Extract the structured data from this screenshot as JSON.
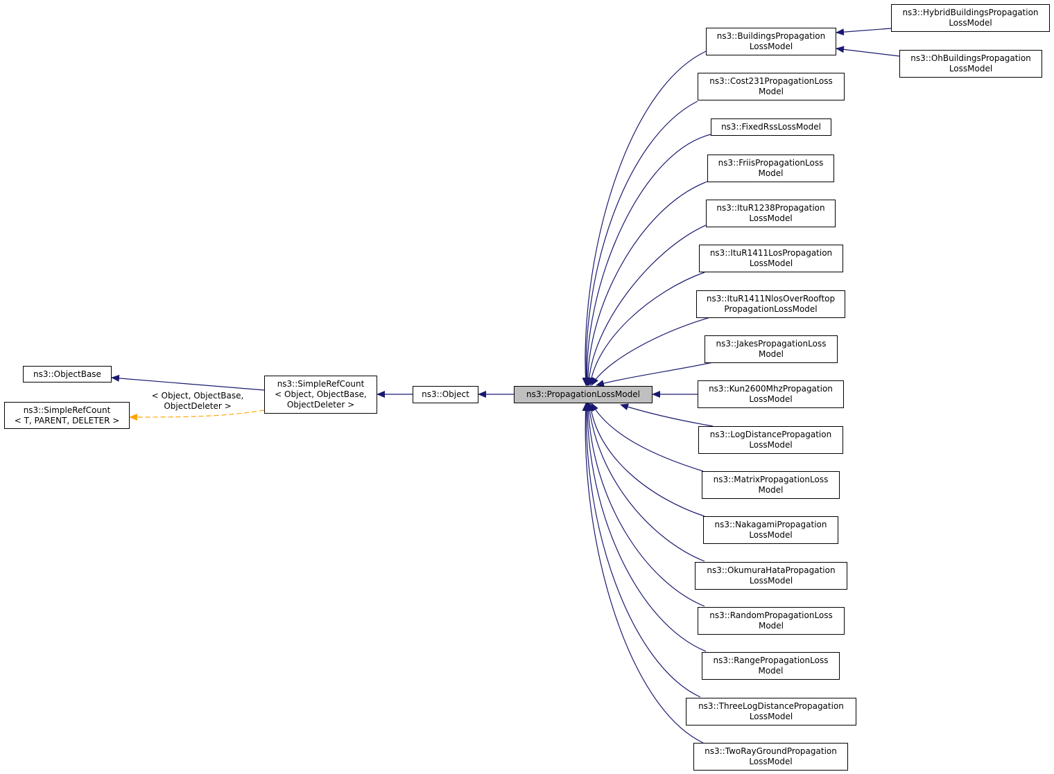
{
  "colors": {
    "inheritance": "#191970",
    "template": "#ffa500",
    "node_border": "#000000",
    "current_fill": "#bfbfbf"
  },
  "nodes": {
    "object_base": "ns3::ObjectBase",
    "simple_ref_count_template": "ns3::SimpleRefCount\n< T, PARENT, DELETER >",
    "simple_ref_count": "ns3::SimpleRefCount\n< Object, ObjectBase,\nObjectDeleter >",
    "object": "ns3::Object",
    "propagation_loss_model": "ns3::PropagationLossModel",
    "buildings": "ns3::BuildingsPropagation\nLossModel",
    "hybrid_buildings": "ns3::HybridBuildingsPropagation\nLossModel",
    "oh_buildings": "ns3::OhBuildingsPropagation\nLossModel",
    "cost231": "ns3::Cost231PropagationLoss\nModel",
    "fixed_rss": "ns3::FixedRssLossModel",
    "friis": "ns3::FriisPropagationLoss\nModel",
    "itur1238": "ns3::ItuR1238Propagation\nLossModel",
    "itur1411_los": "ns3::ItuR1411LosPropagation\nLossModel",
    "itur1411_nlos": "ns3::ItuR1411NlosOverRooftop\nPropagationLossModel",
    "jakes": "ns3::JakesPropagationLoss\nModel",
    "kun2600": "ns3::Kun2600MhzPropagation\nLossModel",
    "log_distance": "ns3::LogDistancePropagation\nLossModel",
    "matrix": "ns3::MatrixPropagationLoss\nModel",
    "nakagami": "ns3::NakagamiPropagation\nLossModel",
    "okumura_hata": "ns3::OkumuraHataPropagation\nLossModel",
    "random": "ns3::RandomPropagationLoss\nModel",
    "range": "ns3::RangePropagationLoss\nModel",
    "three_log_distance": "ns3::ThreeLogDistancePropagation\nLossModel",
    "two_ray_ground": "ns3::TwoRayGroundPropagation\nLossModel"
  },
  "edge_labels": {
    "template_args": "< Object, ObjectBase,\nObjectDeleter >"
  }
}
